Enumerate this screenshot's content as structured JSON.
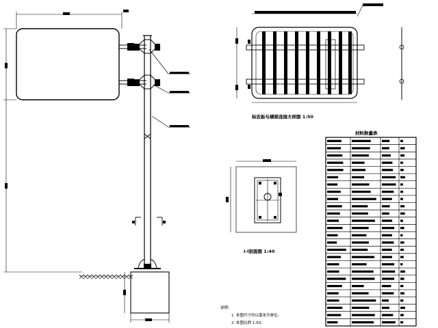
{
  "drawing": {
    "panel_detail_title": "标志板与横梁连接大样图 1:50",
    "section_title": "I-I剖面图 1:40",
    "materials_table_title": "材料数量表",
    "notes_heading": "说明：",
    "notes": [
      "1. 本图尺寸均以毫米为单位。",
      "2. 本图比例 1:50。"
    ]
  }
}
